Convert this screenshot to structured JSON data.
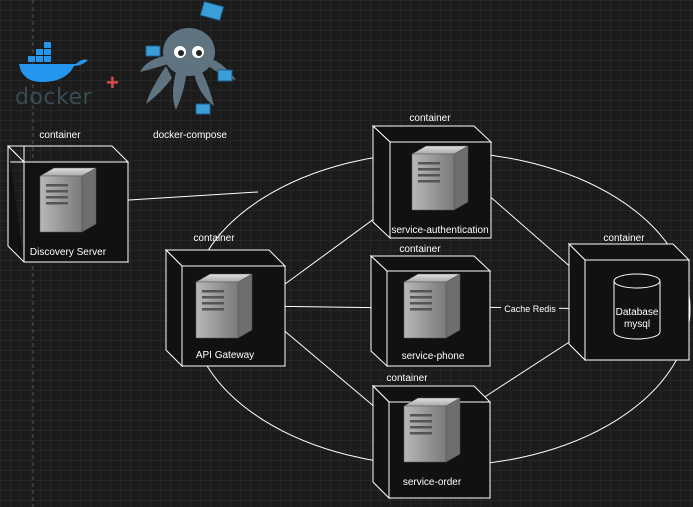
{
  "logos": {
    "docker_text": "docker",
    "plus_sign": "+",
    "compose_label": "docker-compose"
  },
  "container_caption": "container",
  "nodes": {
    "discovery": {
      "caption": "container",
      "label": "Discovery Server"
    },
    "auth": {
      "caption": "container",
      "label": "service-authentication"
    },
    "gateway": {
      "caption": "container",
      "label": "API Gateway"
    },
    "phone": {
      "caption": "container",
      "label": "service-phone"
    },
    "order": {
      "caption": "container",
      "label": "service-order"
    },
    "database": {
      "caption": "container",
      "label_line1": "Database",
      "label_line2": "mysql"
    }
  },
  "edges": {
    "cache_label": "Cache Redis"
  },
  "colors": {
    "background": "#1b1b1b",
    "stroke": "#ffffff",
    "server_body": "#8c8c8c",
    "docker_blue": "#2496ed",
    "plus_red": "#d94b4b",
    "compose_blue": "#3a9fd8"
  }
}
